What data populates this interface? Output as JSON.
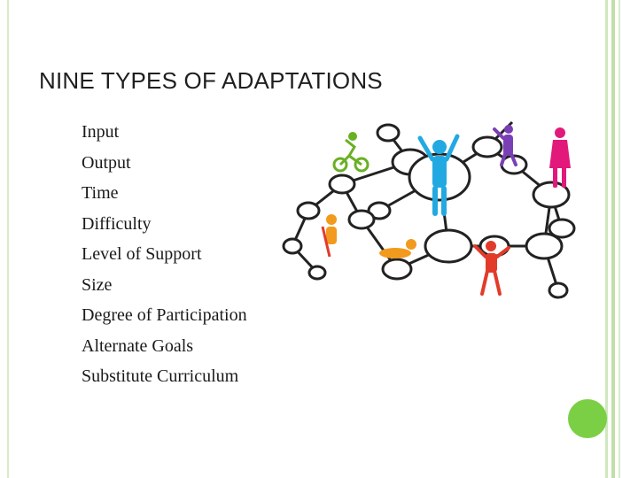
{
  "slide": {
    "title": "NINE TYPES OF ADAPTATIONS",
    "bullet_marker": "",
    "bullets": [
      "Input",
      "Output",
      "Time",
      "Difficulty",
      "Level of Support",
      "Size",
      "Degree of Participation",
      "Alternate Goals",
      "Substitute Curriculum"
    ]
  },
  "colors": {
    "frame_green": "#bfe0a8",
    "accent_dot": "#7bcf45",
    "figure_green": "#6ab023",
    "figure_cyan": "#23a9e1",
    "figure_purple": "#7b3fb5",
    "figure_pink": "#e2197a",
    "figure_orange": "#f29a1e",
    "figure_red": "#e23b2a"
  },
  "icons": {
    "network_image": "social-network-people-icon",
    "bullet": "bullet-icon"
  }
}
